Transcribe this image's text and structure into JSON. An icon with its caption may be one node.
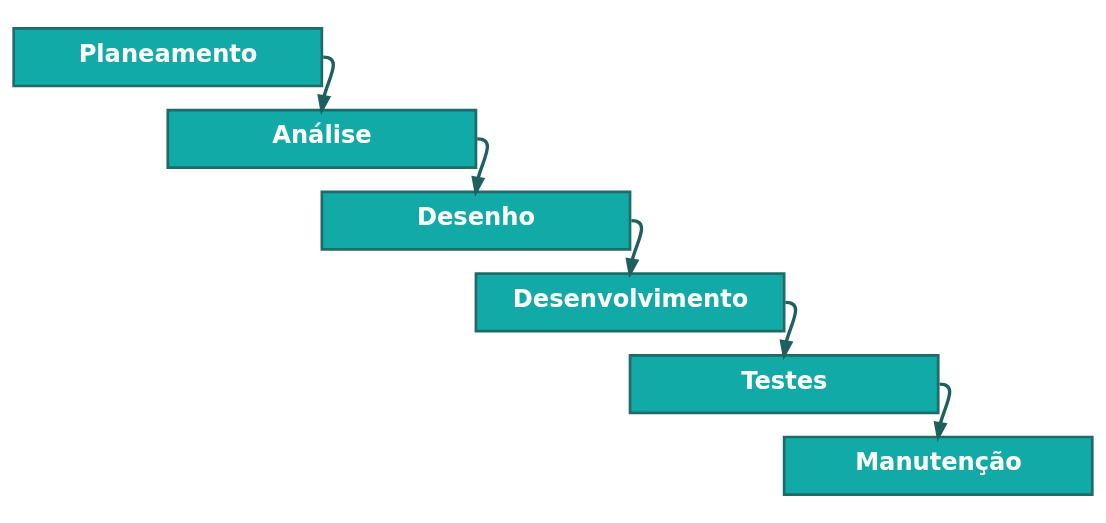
{
  "diagram": {
    "nodes": [
      {
        "text": [
          "Planeamento"
        ]
      },
      {
        "text": [
          "Análise"
        ]
      },
      {
        "text": [
          "Desenho"
        ]
      },
      {
        "text": [
          "Desenvolvimento"
        ]
      },
      {
        "text": [
          "Testes"
        ]
      },
      {
        "text": [
          "Manutenção"
        ]
      }
    ],
    "edges": [
      {
        "from": 0,
        "to": 1,
        "arrow": "to"
      },
      {
        "from": 1,
        "to": 2,
        "arrow": "to"
      },
      {
        "from": 2,
        "to": 3,
        "arrow": "to"
      },
      {
        "from": 3,
        "to": 4,
        "arrow": "to"
      },
      {
        "from": 4,
        "to": 5,
        "arrow": "to"
      }
    ]
  }
}
